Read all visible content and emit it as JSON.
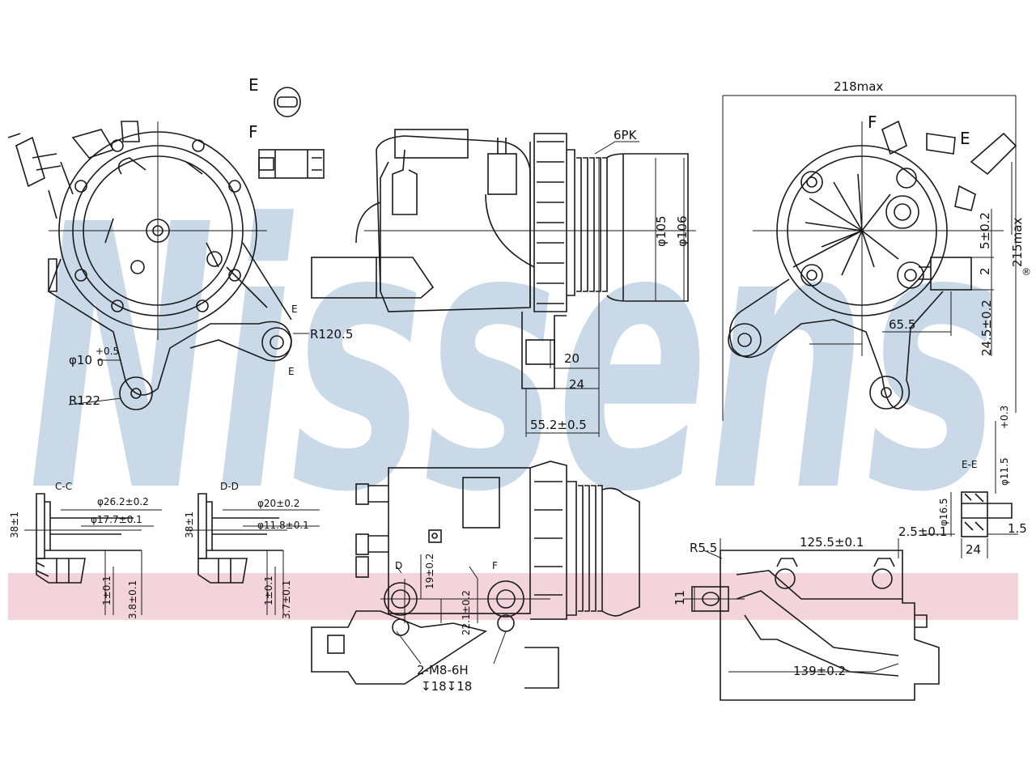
{
  "watermark": {
    "text": "Nissens",
    "color": "#c9d9e8",
    "band_color": "#f2d4da"
  },
  "view_labels": {
    "E": "E",
    "F": "F",
    "F2": "F",
    "E2": "E",
    "c_section": "C-C",
    "d_section": "D-D",
    "e_section": "E-E"
  },
  "front_view": {
    "dim_bore": "φ10",
    "dim_bore_tol_upper": "+0.5",
    "dim_bore_tol_lower": "0",
    "dim_radius_main": "R120.5",
    "dim_radius_lower": "R122"
  },
  "side_view": {
    "belt": "6PK",
    "dia_inner": "φ105",
    "dia_outer": "φ106",
    "dim_20": "20",
    "dim_24": "24",
    "dim_55": "55.2±0.5"
  },
  "rear_view": {
    "width_max": "218max",
    "height_max": "215max",
    "dim_5": "5±0.2",
    "dim_2": "2",
    "dim_65": "65.5",
    "dim_24_5": "24.5±0.2",
    "dim_11_5": "φ11.5",
    "dim_11_5_tol": "+0.3",
    "registered": "®"
  },
  "section_c": {
    "dim_38": "38±1",
    "dia_26": "φ26.2±0.2",
    "dia_17": "φ17.7±0.1",
    "dim_1": "1±0.1",
    "dim_3_8": "3.8±0.1"
  },
  "section_d": {
    "dim_38": "38±1",
    "dia_20": "φ20±0.2",
    "dia_11": "φ11.8±0.1",
    "dim_1": "1±0.1",
    "dim_3_7": "3.7±0.1"
  },
  "section_e": {
    "dia_16": "φ16.5",
    "dim_2_5": "2.5±0.1",
    "dim_1_5": "1.5",
    "dim_24": "24"
  },
  "bottom_view": {
    "dim_19": "19±0.2",
    "dim_22": "22.1±0.2",
    "thread": "2-M8-6H",
    "depth": "↧18↧18",
    "label_d": "D",
    "label_f": "F"
  },
  "mount_view": {
    "radius": "R5.5",
    "dim_125": "125.5±0.1",
    "dim_11": "11",
    "dim_139": "139±0.2"
  }
}
